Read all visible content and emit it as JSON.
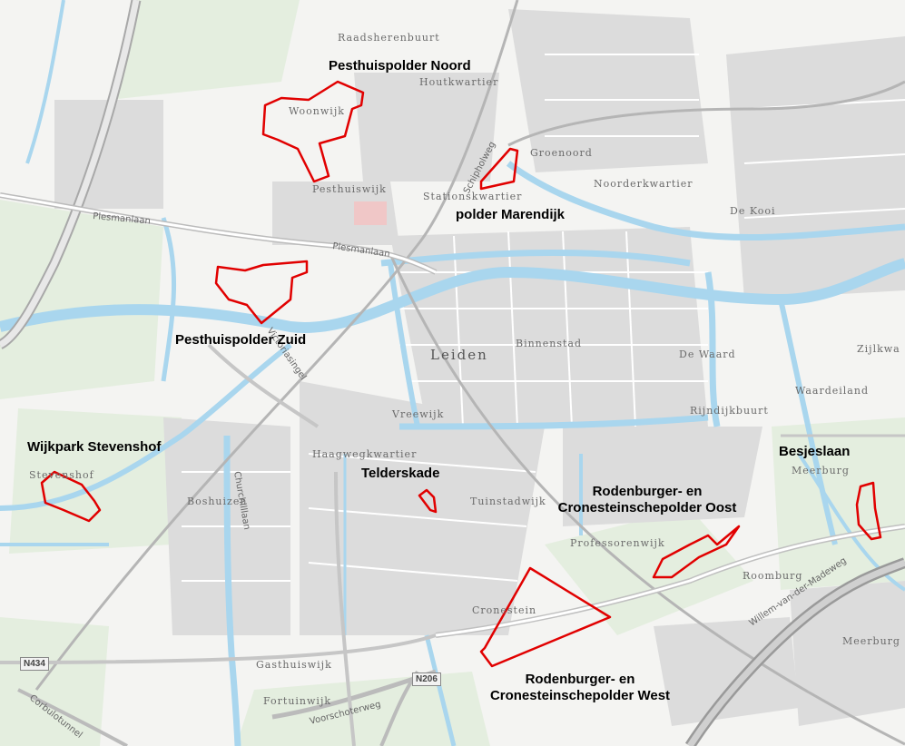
{
  "areas": [
    {
      "label": "Pesthuispolder Noord"
    },
    {
      "label": "polder Marendijk"
    },
    {
      "label": "Pesthuispolder Zuid"
    },
    {
      "label": "Wijkpark Stevenshof"
    },
    {
      "label": "Telderskade"
    },
    {
      "label": "Besjeslaan"
    },
    {
      "label": "Rodenburger- en",
      "label2": "Cronesteinschepolder Oost"
    },
    {
      "label": "Rodenburger- en",
      "label2": "Cronesteinschepolder West"
    }
  ],
  "places": {
    "raadsherenbuurt": "Raadsherenbuurt",
    "houtkwartier": "Houtkwartier",
    "groenoord": "Groenoord",
    "noorderkwartier": "Noorderkwartier",
    "dekooi": "De Kooi",
    "stationskwartier": "Stationskwartier",
    "pesthuiswijk": "Pesthuiswijk",
    "leiden": "Leiden",
    "binnenstad": "Binnenstad",
    "dewaard": "De Waard",
    "zijlkwartier": "Zijlkwa",
    "waardeiland": "Waardeiland",
    "vreewijk": "Vreewijk",
    "rijndijkbuurt": "Rijndijkbuurt",
    "meerburg": "Meerburg",
    "haagwegkwartier": "Haagwegkwartier",
    "stevenshof": "Stevenshof",
    "boshuizen": "Boshuizen",
    "tuinstadwijk": "Tuinstadwijk",
    "professorenwijk": "Professorenwijk",
    "roomburg": "Roomburg",
    "cronestein": "Cronestein",
    "gasthuiswijk": "Gasthuiswijk",
    "fortuinwijk": "Fortuinwijk",
    "meerburg2": "Meerburg",
    "wijk_woonwijk": "Woonwijk"
  },
  "roads": {
    "plesmanlaan1": "Plesmanlaan",
    "plesmanlaan2": "Plesmanlaan",
    "schiphol": "Schipholweg",
    "churchill": "Churchilllaan",
    "vijf": "Voorschoterweg",
    "corbulo": "Corbulotunnel",
    "willem": "Willem-van-der-Madeweg",
    "victoria": "Victoriasingel"
  },
  "shields": {
    "n434": "N434",
    "n206": "N206"
  },
  "colors": {
    "water": "#a9d6ee",
    "land": "#f3f3f1",
    "built": "#dcdcdc",
    "boundary": "#e10000",
    "green": "#e3eedd"
  }
}
